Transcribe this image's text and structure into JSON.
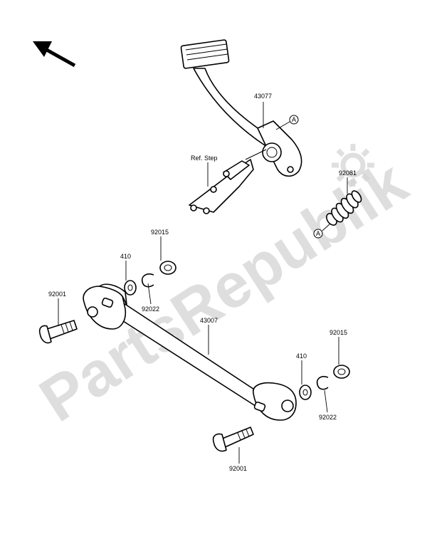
{
  "watermark": {
    "text": "PartsRepublik"
  },
  "labels": {
    "pedal": "43077",
    "ref_step": "Ref. Step",
    "marker_top": "A",
    "spring": "92081",
    "marker_bottom": "A",
    "collar_top": "92015",
    "washer_top": "410",
    "bolt_left": "92001",
    "clip_top": "92022",
    "rod": "43007",
    "washer_bottom": "410",
    "collar_bottom": "92015",
    "clip_bottom": "92022",
    "bolt_bottom": "92001"
  }
}
